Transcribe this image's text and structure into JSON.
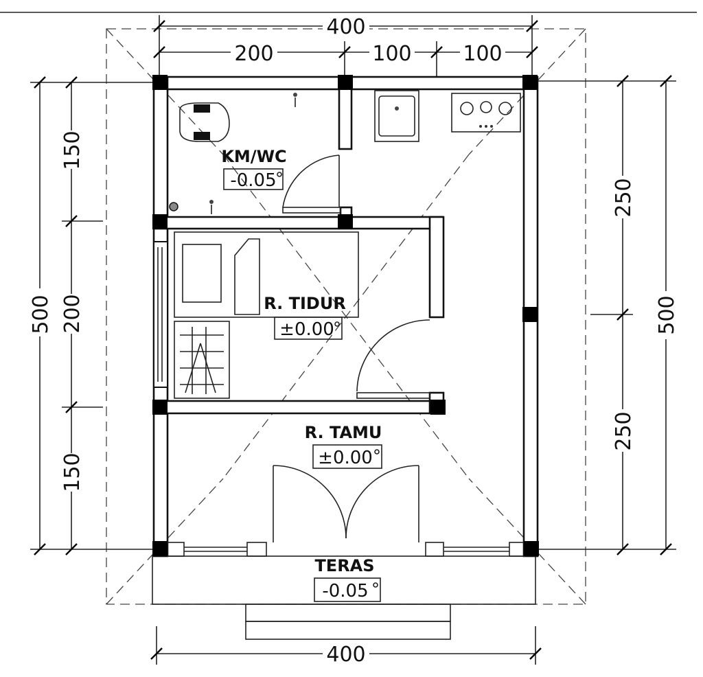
{
  "dimensions": {
    "top_total": "400",
    "top_seg_1": "200",
    "top_seg_2": "100",
    "top_seg_3": "100",
    "left_total": "500",
    "left_seg_1": "150",
    "left_seg_2": "200",
    "left_seg_3": "150",
    "right_total": "500",
    "right_seg_1": "250",
    "right_seg_2": "250",
    "bottom_total": "400"
  },
  "rooms": {
    "kmwc": {
      "name": "KM/WC",
      "level": "-0.05"
    },
    "tidur": {
      "name": "R. TIDUR",
      "level": "±0.00"
    },
    "tamu": {
      "name": "R. TAMU",
      "level": "±0.00"
    },
    "teras": {
      "name": "TERAS",
      "level": "-0.05"
    }
  }
}
